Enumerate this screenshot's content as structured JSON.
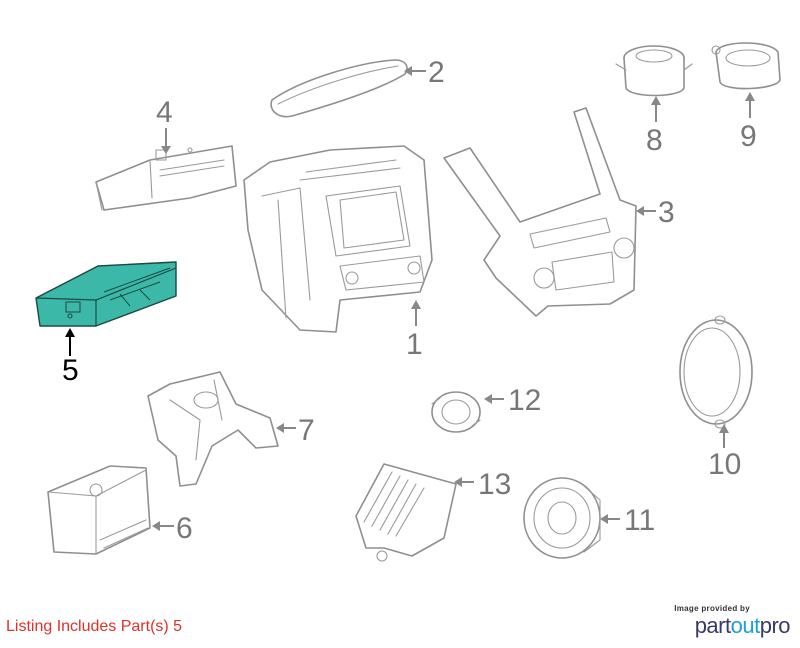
{
  "callouts": {
    "c1": "1",
    "c2": "2",
    "c3": "3",
    "c4": "4",
    "c5": "5",
    "c6": "6",
    "c7": "7",
    "c8": "8",
    "c9": "9",
    "c10": "10",
    "c11": "11",
    "c12": "12",
    "c13": "13"
  },
  "highlight": {
    "part": "5",
    "color": "#3cb8a8"
  },
  "listing_note": "Listing Includes Part(s) 5",
  "credit": {
    "small": "Image provided by",
    "brand_a": "part",
    "brand_b": "out",
    "brand_c": "pro"
  },
  "colors": {
    "line": "#8f8f8f",
    "note": "#e0302a",
    "brand": "#3a3a6a",
    "brand_accent": "#1f9fd6"
  }
}
